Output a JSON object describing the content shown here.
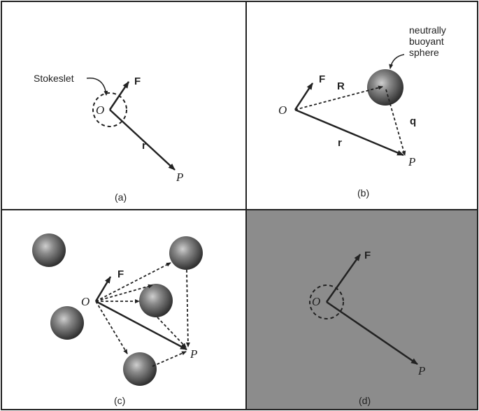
{
  "panels": {
    "a": {
      "caption": "(a)",
      "stokeslet_label": "Stokeslet",
      "force_label": "F",
      "origin_label": "O",
      "r_label": "r",
      "point_label": "P"
    },
    "b": {
      "caption": "(b)",
      "sphere_label_line1": "neutrally",
      "sphere_label_line2": "buoyant",
      "sphere_label_line3": "sphere",
      "force_label": "F",
      "R_label": "R",
      "q_label": "q",
      "origin_label": "O",
      "r_label": "r",
      "point_label": "P"
    },
    "c": {
      "caption": "(c)",
      "force_label": "F",
      "origin_label": "O",
      "point_label": "P"
    },
    "d": {
      "caption": "(d)",
      "force_label": "F",
      "origin_label": "O",
      "point_label": "P"
    }
  },
  "colors": {
    "ink": "#222222",
    "panel_d_background": "#8c8c8c",
    "sphere_dark": "#303030",
    "sphere_light": "#c8c8c8"
  }
}
